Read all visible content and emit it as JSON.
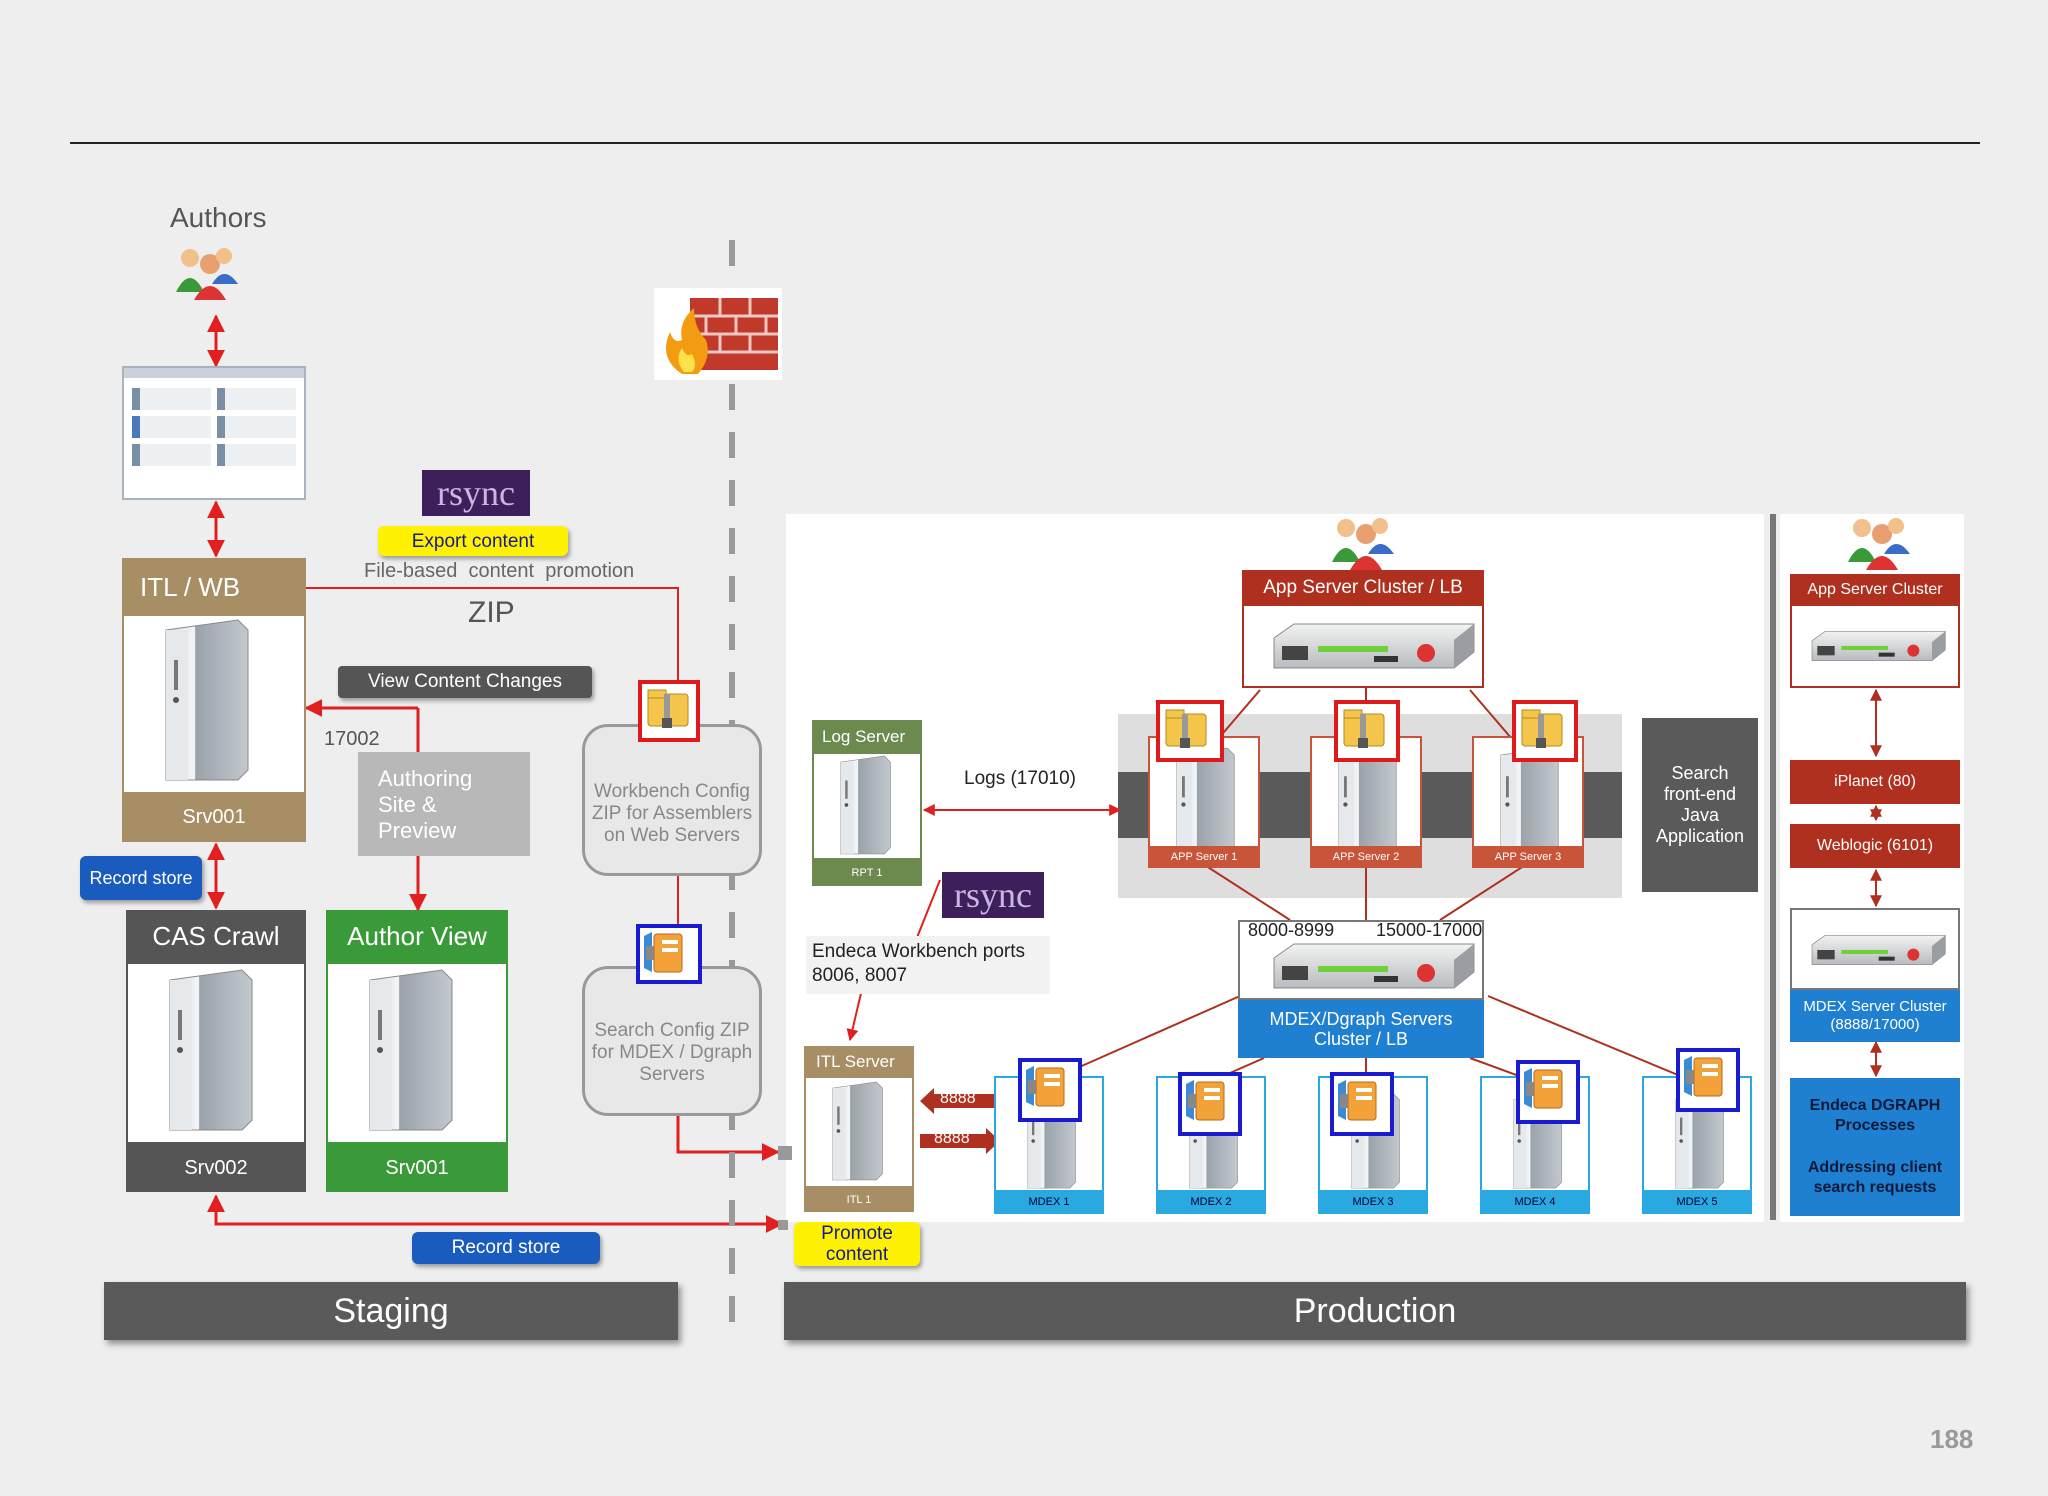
{
  "page_number": "188",
  "staging": {
    "authors_label": "Authors",
    "export_pill": "Export content",
    "rsync_logo": "rsync",
    "file_promo": "File-based  content  promotion",
    "zip_label": "ZIP",
    "itl_wb": "ITL / WB",
    "srv_itl": "Srv001",
    "view_changes": "View Content Changes",
    "port_17002": "17002",
    "authoring_site": "Authoring Site & Preview",
    "workbench_zip": "Workbench Config ZIP for Assemblers on Web Servers",
    "search_zip": "Search Config ZIP for MDEX / Dgraph Servers",
    "record_store_small": "Record store",
    "cas_crawl": "CAS Crawl",
    "srv_cas": "Srv002",
    "author_view": "Author View",
    "srv_author": "Srv001",
    "record_store_pill": "Record store",
    "promote_pill": "Promote content",
    "footer": "Staging"
  },
  "production": {
    "app_cluster_lb": "App Server Cluster / LB",
    "log_server": "Log Server",
    "rpt1": "RPT 1",
    "logs_port": "Logs (17010)",
    "rsync_logo": "rsync",
    "workbench_ports": "Endeca Workbench ports 8006, 8007",
    "app_servers": [
      "APP Server 1",
      "APP Server 2",
      "APP Server 3"
    ],
    "search_frontend": "Search front-end Java Application",
    "port_range_a": "8000-8999",
    "port_range_b": "15000-17000",
    "mdex_cluster": "MDEX/Dgraph Servers Cluster / LB",
    "itl_server": "ITL Server",
    "itl1": "ITL 1",
    "port_8888_a": "8888",
    "port_8888_b": "8888",
    "mdex_servers": [
      "MDEX 1",
      "MDEX 2",
      "MDEX 3",
      "MDEX 4",
      "MDEX 5"
    ],
    "footer": "Production"
  },
  "right_panel": {
    "app_cluster": "App Server Cluster",
    "iplanet": "iPlanet (80)",
    "weblogic": "Weblogic (6101)",
    "mdex_cluster": "MDEX Server Cluster (8888/17000)",
    "dgraph_title": "Endeca DGRAPH Processes",
    "dgraph_desc": "Addressing client search requests"
  },
  "colors": {
    "arrow_red": "#e02020",
    "accent_blue": "#1a5bbf",
    "hdr_red": "#b0301f",
    "pill_yellow": "#fff200"
  }
}
